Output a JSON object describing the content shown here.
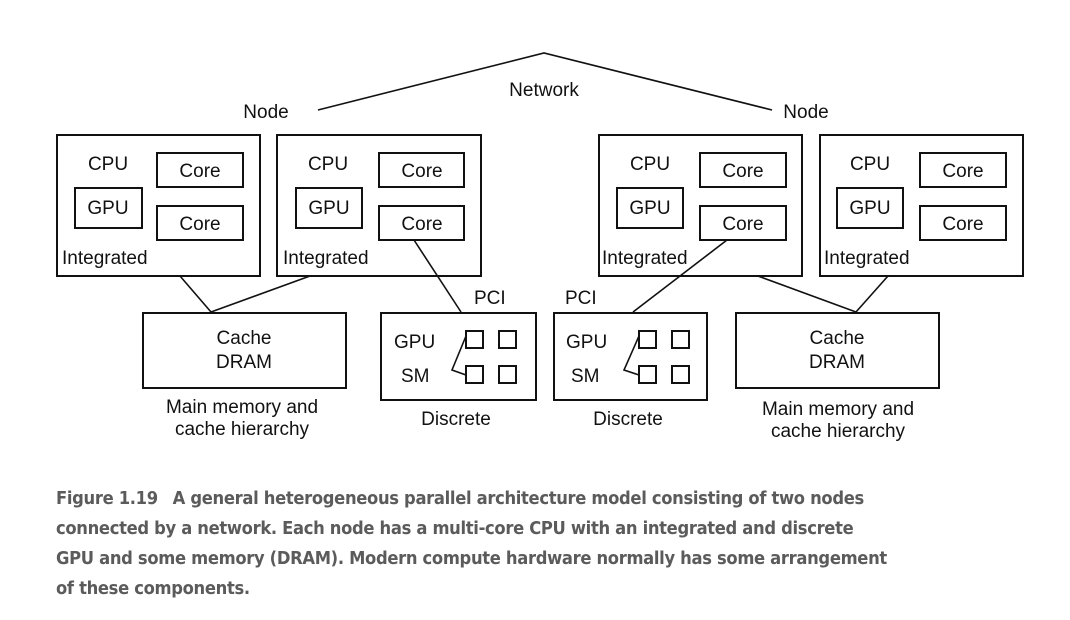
{
  "diagram": {
    "network_label": "Network",
    "nodes": [
      {
        "label": "Node",
        "cpus": [
          {
            "cpu_label": "CPU",
            "gpu_label": "GPU",
            "cores": [
              "Core",
              "Core"
            ],
            "integrated_label": "Integrated"
          },
          {
            "cpu_label": "CPU",
            "gpu_label": "GPU",
            "cores": [
              "Core",
              "Core"
            ],
            "integrated_label": "Integrated"
          }
        ],
        "memory": {
          "lines": [
            "Cache",
            "DRAM"
          ],
          "caption": [
            "Main memory and",
            "cache hierarchy"
          ]
        },
        "discrete": {
          "bus_label": "PCI",
          "gpu_label": "GPU",
          "sm_label": "SM",
          "caption": "Discrete"
        }
      },
      {
        "label": "Node",
        "cpus": [
          {
            "cpu_label": "CPU",
            "gpu_label": "GPU",
            "cores": [
              "Core",
              "Core"
            ],
            "integrated_label": "Integrated"
          },
          {
            "cpu_label": "CPU",
            "gpu_label": "GPU",
            "cores": [
              "Core",
              "Core"
            ],
            "integrated_label": "Integrated"
          }
        ],
        "memory": {
          "lines": [
            "Cache",
            "DRAM"
          ],
          "caption": [
            "Main memory and",
            "cache hierarchy"
          ]
        },
        "discrete": {
          "bus_label": "PCI",
          "gpu_label": "GPU",
          "sm_label": "SM",
          "caption": "Discrete"
        }
      }
    ]
  },
  "caption": {
    "figure_number": "Figure 1.19",
    "lines": [
      "A general heterogeneous parallel architecture model consisting of two nodes",
      "connected by a network. Each node has a multi-core CPU with an integrated and discrete",
      "GPU and some memory (DRAM). Modern compute hardware normally has some arrangement",
      "of these components."
    ]
  }
}
